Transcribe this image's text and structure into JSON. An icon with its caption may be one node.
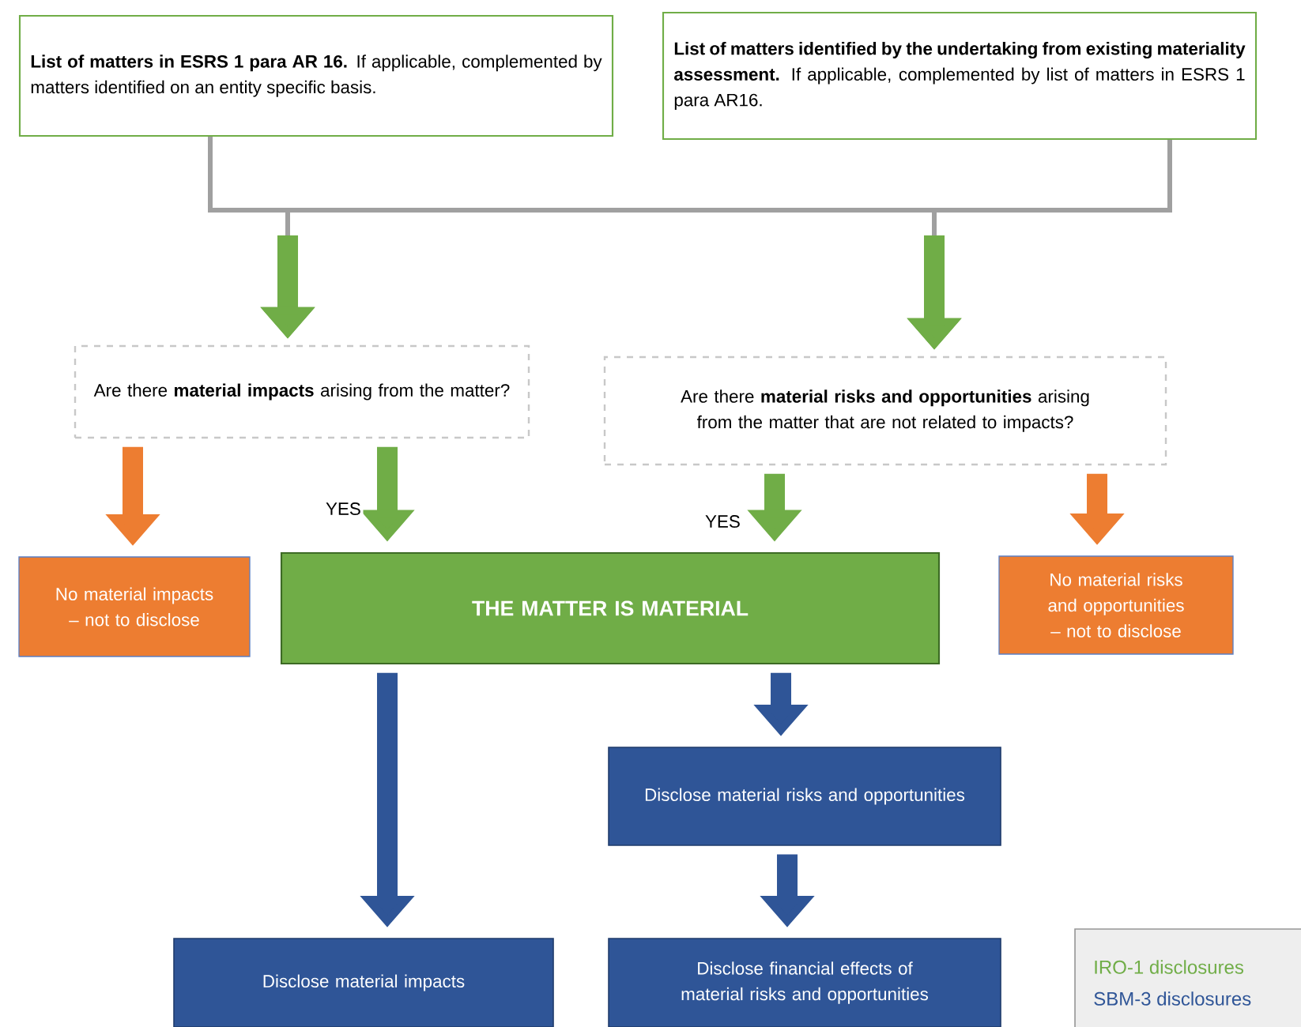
{
  "diagram": {
    "nodes": [
      {
        "text": [
          "**List of matters in ESRS 1 para AR 16.** If applicable, complemented by matters identified on an entity specific basis."
        ]
      },
      {
        "text": [
          "**List of matters identified by the undertaking from existing materiality assessment.** If applicable, complemented by list of matters in ESRS 1 para AR16."
        ]
      },
      {
        "text": [
          "Are there **material impacts** arising from the matter?"
        ]
      },
      {
        "text": [
          "Are there **material risks and opportunities** arising from the matter that are not related to impacts?"
        ]
      },
      {
        "text": [
          "No material impacts – not to disclose"
        ]
      },
      {
        "text": [
          "THE MATTER IS MATERIAL"
        ]
      },
      {
        "text": [
          "No material risks and opportunities – not to disclose"
        ]
      },
      {
        "text": [
          "Disclose material risks and opportunities"
        ]
      },
      {
        "text": [
          "Disclose material impacts"
        ]
      },
      {
        "text": [
          "Disclose financial effects of material risks and opportunities"
        ]
      }
    ],
    "edges": [
      {
        "from": 0,
        "to": 2,
        "arrow": "to"
      },
      {
        "from": 0,
        "to": 3,
        "arrow": "to"
      },
      {
        "from": 1,
        "to": 2,
        "arrow": "to"
      },
      {
        "from": 1,
        "to": 3,
        "arrow": "to"
      },
      {
        "from": 2,
        "to": 4,
        "arrow": "to",
        "color": "#ed7d31"
      },
      {
        "from": 2,
        "to": 5,
        "arrow": "to",
        "label": "YES"
      },
      {
        "from": 3,
        "to": 5,
        "arrow": "to",
        "label": "YES"
      },
      {
        "from": 3,
        "to": 6,
        "arrow": "to",
        "color": "#ed7d31"
      },
      {
        "from": 5,
        "to": 8,
        "arrow": "to",
        "color": "#2f5597"
      },
      {
        "from": 5,
        "to": 7,
        "arrow": "to",
        "color": "#2f5597"
      },
      {
        "from": 7,
        "to": 9,
        "arrow": "to",
        "color": "#2f5597"
      }
    ],
    "legend": [
      {
        "text": "IRO-1 disclosures",
        "color": "#70ad47"
      },
      {
        "text": "SBM-3 disclosures",
        "color": "#2f5597"
      }
    ]
  }
}
